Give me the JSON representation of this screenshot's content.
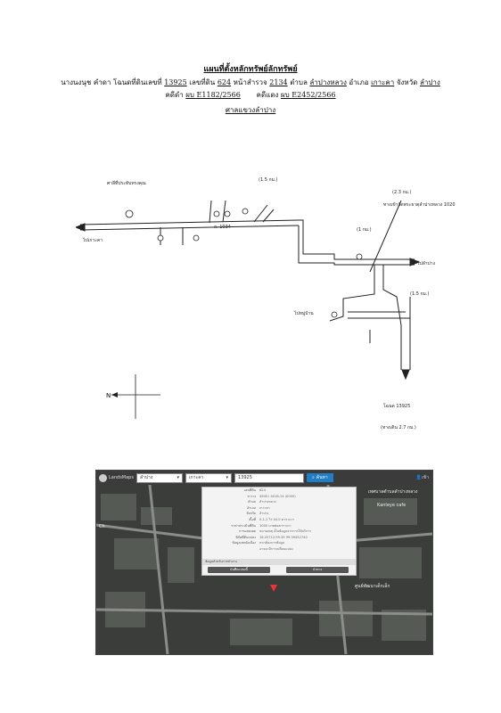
{
  "header": {
    "title": "แผนที่ตั้งหลักทรัพย์ลักทรัพย์",
    "line1": {
      "prefix": "นางนงนุช คำดา โฉนดที่ดินเลขที่",
      "deed_no": "13925",
      "land_no_label": "เลขที่ดิน",
      "land_no": "624",
      "survey_label": "หน้าสำรวจ",
      "survey_no": "2134",
      "subdistrict_label": "ตำบล",
      "subdistrict": "ลำปางหลวง",
      "district_label": "อำเภอ",
      "district": "เกาะคา",
      "province_label": "จังหวัด",
      "province": "ลำปาง"
    },
    "line2": {
      "black_case_label": "คดีดำ",
      "black_case": "ผบ E1182/2566",
      "red_case_label": "คดีแดง",
      "red_case": "ผบ E2452/2566"
    },
    "court": "ศาลแขวงลำปาง"
  },
  "sketch": {
    "labels": {
      "top_left": "ศาลีที่ประทับทรงคุณ",
      "km_top": "(1.5 กม.)",
      "km_right_top": "(2.3 กม.)",
      "right_top": "ทางเข้าวัดพระธาตุลำปางหลวง 1020",
      "km_mid": "(1 กม.)",
      "km_right_mid": "(1.5 กม.)",
      "road_right": "ไปลำปาง",
      "road_left": "ไปเกาะคา",
      "left_bottom": "ไปหมู่บ้าน",
      "km_right_bottom": "(ทางเดิน 2.7 กม.)",
      "coord_note": "โฉนด 13925",
      "north": "N",
      "road_no": "ถ. 1034"
    }
  },
  "app": {
    "logo": "LandsMaps",
    "province_select": "ลำปาง",
    "district_select": "เกาะคา",
    "deed_input": "13925",
    "search_button": "ค้นหา",
    "user_label": "เข้า",
    "popup": {
      "rows": [
        {
          "k": "เลขที่ดิน",
          "v": "624"
        },
        {
          "k": "ระวาง",
          "v": "4945 I 4018-14 (0000)"
        },
        {
          "k": "ตำบล",
          "v": "ลำปางหลวง"
        },
        {
          "k": "อำเภอ",
          "v": "เกาะคา"
        },
        {
          "k": "จังหวัด",
          "v": "ลำปาง"
        },
        {
          "k": "เนื้อที่",
          "v": "0-1-2 ไร่ 44.0 ตารางวา"
        },
        {
          "k": "ราคาประเมินที่ดิน",
          "v": "1000 บาทต่อตารางวา"
        },
        {
          "k": "การแสดงผล",
          "v": "หมายเหตุ เป็นข้อมูลจากการให้บริการ"
        },
        {
          "k": "พิกัดที่ดินแปลง",
          "v": "18.25712,99.39 99.39452740"
        },
        {
          "k": "ข้อมูลเขตผังเมือง",
          "v": "หากต้องการข้อมูล"
        },
        {
          "k": "",
          "v": "อาจจะมีการเปลี่ยนแปลง"
        }
      ],
      "tool_label": "ข้อมูลสำหรับการทำงาน",
      "btn_left": "บันทึกแปลงนี้",
      "btn_right": "นำทาง"
    },
    "map_labels": {
      "top_right": "เทศบาลตำบลลำปางหลวง",
      "right": "Kanleye cafe",
      "bottom_right": "ศูนย์พัฒนาเด็กเล็ก",
      "left": "Ch"
    }
  }
}
